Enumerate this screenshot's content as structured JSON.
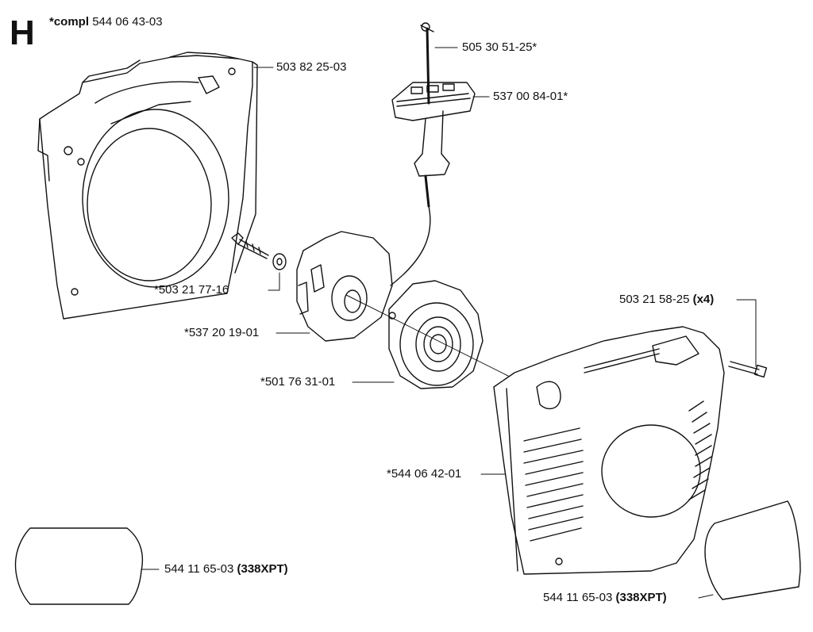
{
  "section": {
    "letter": "H"
  },
  "header": {
    "prefix": "*compl",
    "part": "544 06 43-03"
  },
  "parts": [
    {
      "name": "cylinder-shroud",
      "number": "503 82 25-03",
      "suffix": ""
    },
    {
      "name": "starter-cord",
      "number": "505 30 51-25*",
      "suffix": ""
    },
    {
      "name": "starter-handle",
      "number": "537 00 84-01*",
      "suffix": ""
    },
    {
      "name": "screw",
      "number": "*503 21 77-16",
      "suffix": ""
    },
    {
      "name": "pulley",
      "number": "*537 20 19-01",
      "suffix": ""
    },
    {
      "name": "spring-cassette",
      "number": "*501 76 31-01",
      "suffix": ""
    },
    {
      "name": "cover-screw",
      "number": "503 21 58-25",
      "suffix": "(x4)"
    },
    {
      "name": "starter-housing",
      "number": "*544 06 42-01",
      "suffix": ""
    },
    {
      "name": "decal-left",
      "number": "544 11 65-03",
      "suffix": "(338XPT)"
    },
    {
      "name": "decal-right",
      "number": "544 11 65-03",
      "suffix": "(338XPT)"
    }
  ]
}
